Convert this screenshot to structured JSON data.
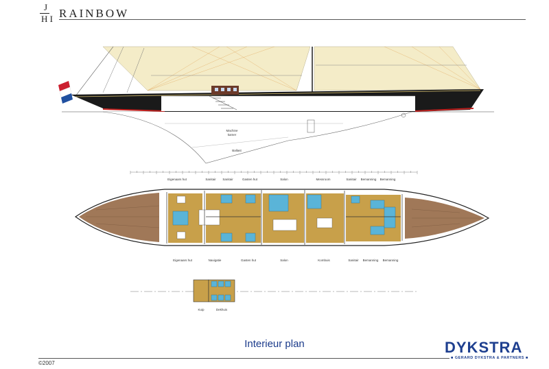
{
  "header": {
    "logo_letters": {
      "top": "J",
      "bottom": "H I"
    },
    "yacht_name": "RAINBOW"
  },
  "profile_view": {
    "labels": {
      "machine": "Machine\nkamer",
      "ballast": "Ballast"
    }
  },
  "upper_deck_labels": [
    "Eigenaars hut",
    "Sanitair",
    "Sanitair",
    "Gasten hut",
    "Salon",
    "Messroom",
    "Sanitair",
    "Bemanning",
    "Bemanning"
  ],
  "lower_deck_labels": [
    "Eigenaars hut",
    "Navigatie",
    "Gasten hut",
    "Salon",
    "Kombuis",
    "Sanitair",
    "Bemanning",
    "Bemanning"
  ],
  "deckhouse_labels": [
    "Kuip",
    "Dekhuis"
  ],
  "colors": {
    "hull_dark": "#1a1a1a",
    "boot_stripe": "#c0201e",
    "sail": "#f4ecc8",
    "deck_wood": "#c8a04a",
    "teak": "#a07858",
    "cabin_blue": "#5ab4d8",
    "brand_blue": "#1e3f8f"
  },
  "flag": {
    "name": "netherlands-flag",
    "colors": [
      "#cc2030",
      "#ffffff",
      "#2050a0"
    ]
  },
  "caption": "Interieur plan",
  "footer": {
    "copyright": "©2007",
    "brand": "DYKSTRA",
    "brand_sub": "■ GERARD DYKSTRA & PARTNERS ■"
  }
}
